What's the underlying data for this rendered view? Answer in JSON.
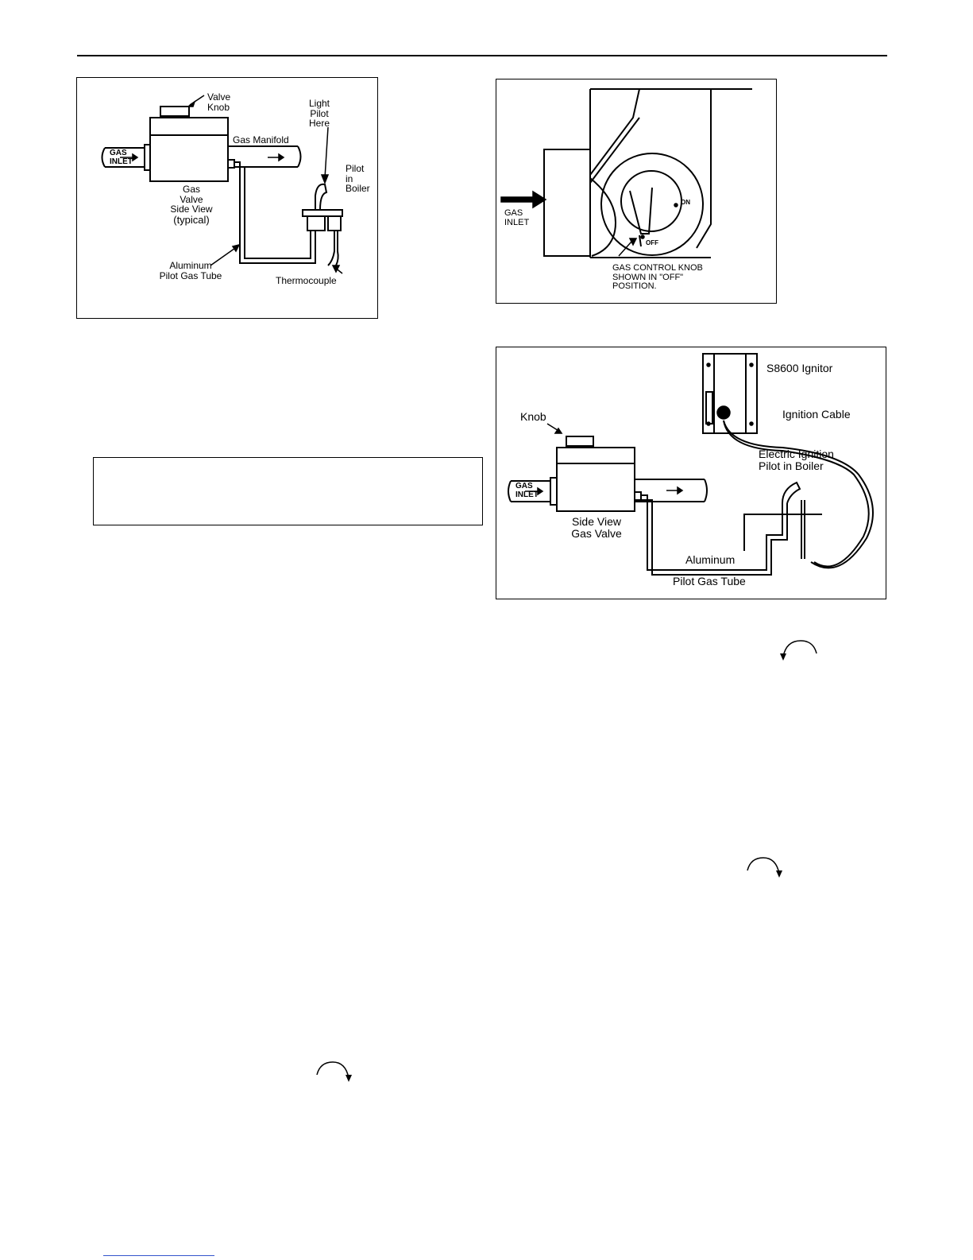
{
  "fig1": {
    "valve_knob": "Valve\nKnob",
    "light_pilot": "Light\nPilot\nHere",
    "gas_manifold": "Gas Manifold",
    "gas_inlet": "GAS\nINLET",
    "pilot_in_boiler": "Pilot\nin\nBoiler",
    "gas_valve": "Gas\nValve\nSide View",
    "typical": "(typical)",
    "aluminum_tube": "Aluminum\nPilot Gas Tube",
    "thermocouple": "Thermocouple"
  },
  "fig2": {
    "gas_inlet": "GAS\nINLET",
    "knob_caption": "GAS CONTROL KNOB\nSHOWN IN \"OFF\"\nPOSITION.",
    "on_mark": "ON",
    "off_mark": "OFF"
  },
  "fig3": {
    "ignitor": "S8600 Ignitor",
    "ignition_cable": "Ignition Cable",
    "knob": "Knob",
    "electric_pilot": "Electric Ignition\nPilot in Boiler",
    "gas_inlet": "GAS\nINLET",
    "side_view": "Side View\nGas Valve",
    "aluminum": "Aluminum",
    "pilot_tube": "Pilot Gas Tube"
  }
}
